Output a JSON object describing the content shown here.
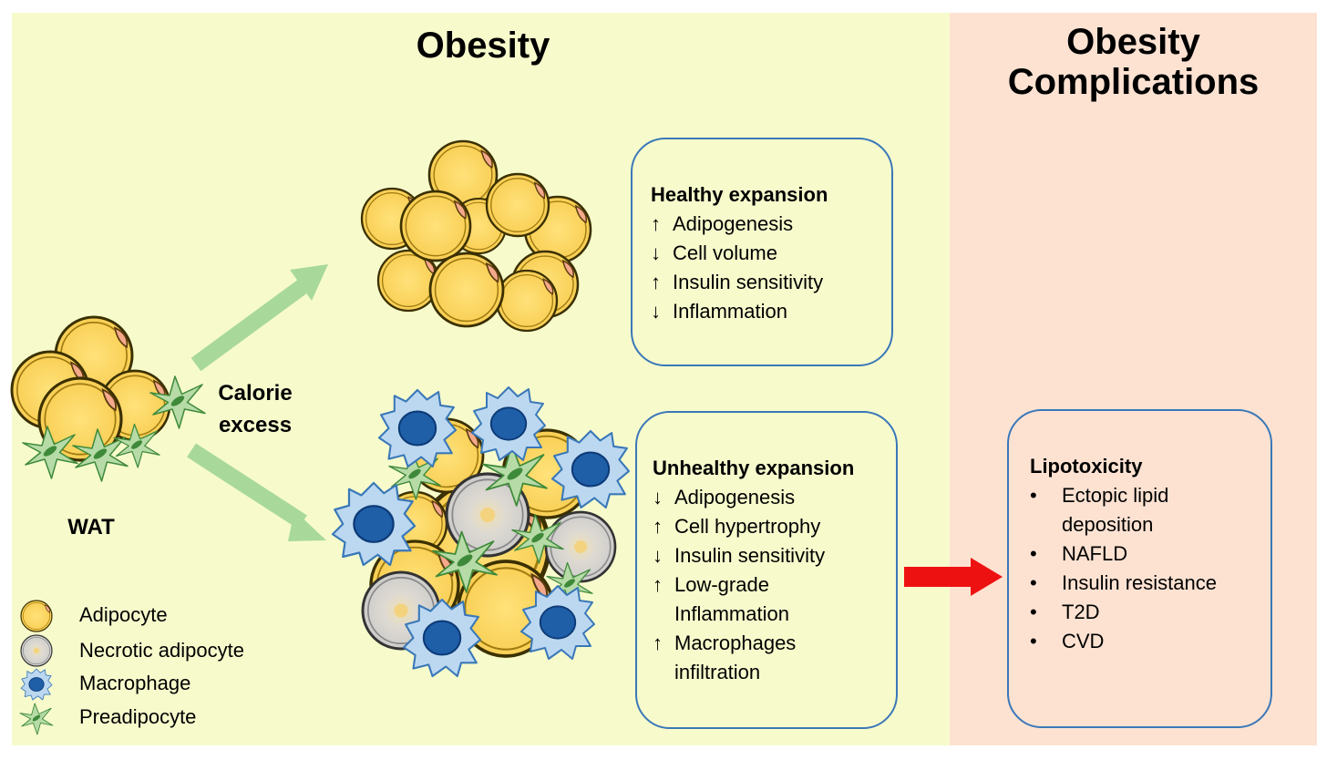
{
  "titles": {
    "obesity": "Obesity",
    "complications_line1": "Obesity",
    "complications_line2": "Complications"
  },
  "wat_label": "WAT",
  "calorie_label_line1": "Calorie",
  "calorie_label_line2": "excess",
  "healthy_box": {
    "heading": "Healthy expansion",
    "items": [
      {
        "arrow": "↑",
        "text": "Adipogenesis"
      },
      {
        "arrow": "↓",
        "text": "Cell volume"
      },
      {
        "arrow": "↑",
        "text": "Insulin sensitivity"
      },
      {
        "arrow": "↓",
        "text": "Inflammation"
      }
    ]
  },
  "unhealthy_box": {
    "heading": "Unhealthy expansion",
    "items": [
      {
        "arrow": "↓",
        "text": "Adipogenesis"
      },
      {
        "arrow": "↑",
        "text": "Cell hypertrophy"
      },
      {
        "arrow": "↓",
        "text": "Insulin sensitivity"
      },
      {
        "arrow": "↑",
        "text": "Low-grade"
      },
      {
        "arrow": "",
        "text": "Inflammation"
      },
      {
        "arrow": "↑",
        "text": "Macrophages"
      },
      {
        "arrow": "",
        "text": "infiltration"
      }
    ]
  },
  "lipotoxicity_box": {
    "heading": "Lipotoxicity",
    "items": [
      {
        "bullet": "•",
        "text": "Ectopic lipid"
      },
      {
        "bullet": "",
        "text": "deposition"
      },
      {
        "bullet": "•",
        "text": "NAFLD"
      },
      {
        "bullet": "•",
        "text": "Insulin resistance"
      },
      {
        "bullet": "•",
        "text": "T2D"
      },
      {
        "bullet": "•",
        "text": "CVD"
      }
    ]
  },
  "legend": [
    {
      "icon": "adipocyte-icon",
      "text": "Adipocyte"
    },
    {
      "icon": "necrotic-adipocyte-icon",
      "text": "Necrotic adipocyte"
    },
    {
      "icon": "macrophage-icon",
      "text": "Macrophage"
    },
    {
      "icon": "preadipocyte-icon",
      "text": "Preadipocyte"
    }
  ],
  "colors": {
    "obesity_panel": "#f7fbcc",
    "complications_panel": "#fde2d2",
    "box_border": "#3a78b8",
    "green_arrow": "#a8d99a",
    "red_arrow": "#ee1111",
    "adipocyte_fill": "#ffd966",
    "adipocyte_border": "#3b3000",
    "necrotic_fill": "#d9d9d9",
    "macrophage_fill": "#bcd8f0",
    "macrophage_nucleus": "#1f5fa8",
    "preadipocyte_fill": "#b6dba7",
    "preadipocyte_nucleus": "#3f8a3a"
  }
}
